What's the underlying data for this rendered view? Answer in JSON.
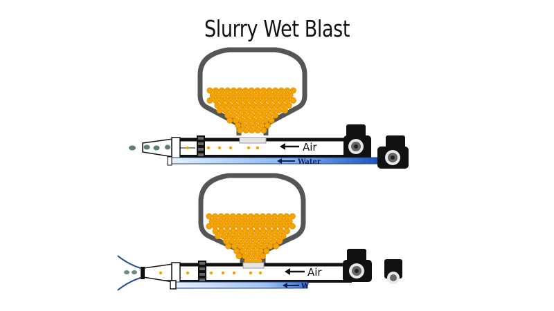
{
  "title": "Slurry Wet Blast",
  "diagrams": [
    {
      "id": "top",
      "air_label": "Air",
      "water_label": "Water"
    },
    {
      "id": "bottom",
      "air_label": "Air",
      "water_label": "W"
    }
  ],
  "colors": {
    "media": "#f5a300",
    "media_stroke": "#d98b00",
    "hopper_wall": "#555555",
    "water": "#2b62c8",
    "water_light": "#9ec3f2",
    "pipe_outline": "#111111",
    "spray": "#1e4e9c",
    "droplet": "#6a8a86"
  }
}
